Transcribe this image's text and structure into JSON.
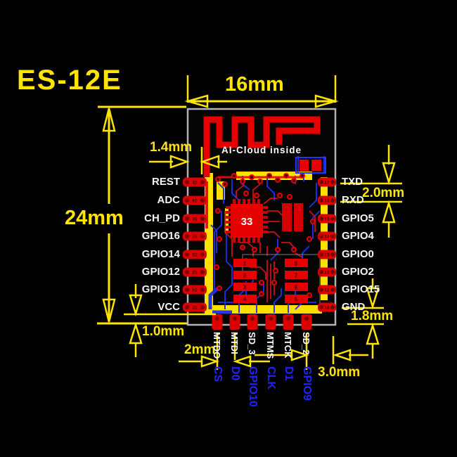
{
  "title": "ES-12E",
  "module": {
    "brand_text": "AI-Cloud inside",
    "chip_label": "33",
    "ic_left_numbers": [
      "1",
      "2",
      "3",
      "4"
    ],
    "ic_right_numbers": [
      "8",
      "7",
      "6",
      "5"
    ]
  },
  "dimensions": {
    "width": "16mm",
    "height": "24mm",
    "antenna_inset": "1.4mm",
    "side_pin_pitch": "2.0mm",
    "bottom_inset": "1.0mm",
    "bottom_pad_height": "1.8mm",
    "bottom_pin_pitch": "2mm",
    "bottom_edge_margin": "3.0mm"
  },
  "pins": {
    "left": [
      {
        "label": "REST",
        "pad": "18"
      },
      {
        "label": "ADC",
        "pad": "19"
      },
      {
        "label": "CH_PD",
        "pad": "20"
      },
      {
        "label": "GPIO16",
        "pad": "21"
      },
      {
        "label": "GPIO14",
        "pad": "22"
      },
      {
        "label": "GPIO12",
        "pad": "23"
      },
      {
        "label": "GPIO13",
        "pad": "24"
      },
      {
        "label": "VCC",
        "pad": "25"
      }
    ],
    "right": [
      {
        "label": "TXD",
        "pad": "17"
      },
      {
        "label": "RXD",
        "pad": "16"
      },
      {
        "label": "GPIO5",
        "pad": "15"
      },
      {
        "label": "GPIO4",
        "pad": "14"
      },
      {
        "label": "GPIO0",
        "pad": "13"
      },
      {
        "label": "GPIO2",
        "pad": "12"
      },
      {
        "label": "GPIO15",
        "pad": "11"
      },
      {
        "label": "GND",
        "pad": "10"
      }
    ],
    "bottom": [
      {
        "label": "MTDO",
        "alt": "CS"
      },
      {
        "label": "MTDI",
        "alt": "D0"
      },
      {
        "label": "SD_3",
        "alt": "GPIO10"
      },
      {
        "label": "MTMS",
        "alt": "CLK"
      },
      {
        "label": "MTCK",
        "alt": "D1"
      },
      {
        "label": "SD_2",
        "alt": "GPIO9"
      }
    ]
  },
  "colors": {
    "background": "#000000",
    "dimension_yellow": "#ffe400",
    "silkscreen_white": "#ffffff",
    "alt_function_blue": "#2222ff",
    "copper_red": "#e60000",
    "outline_gray": "#b3b3b3"
  }
}
